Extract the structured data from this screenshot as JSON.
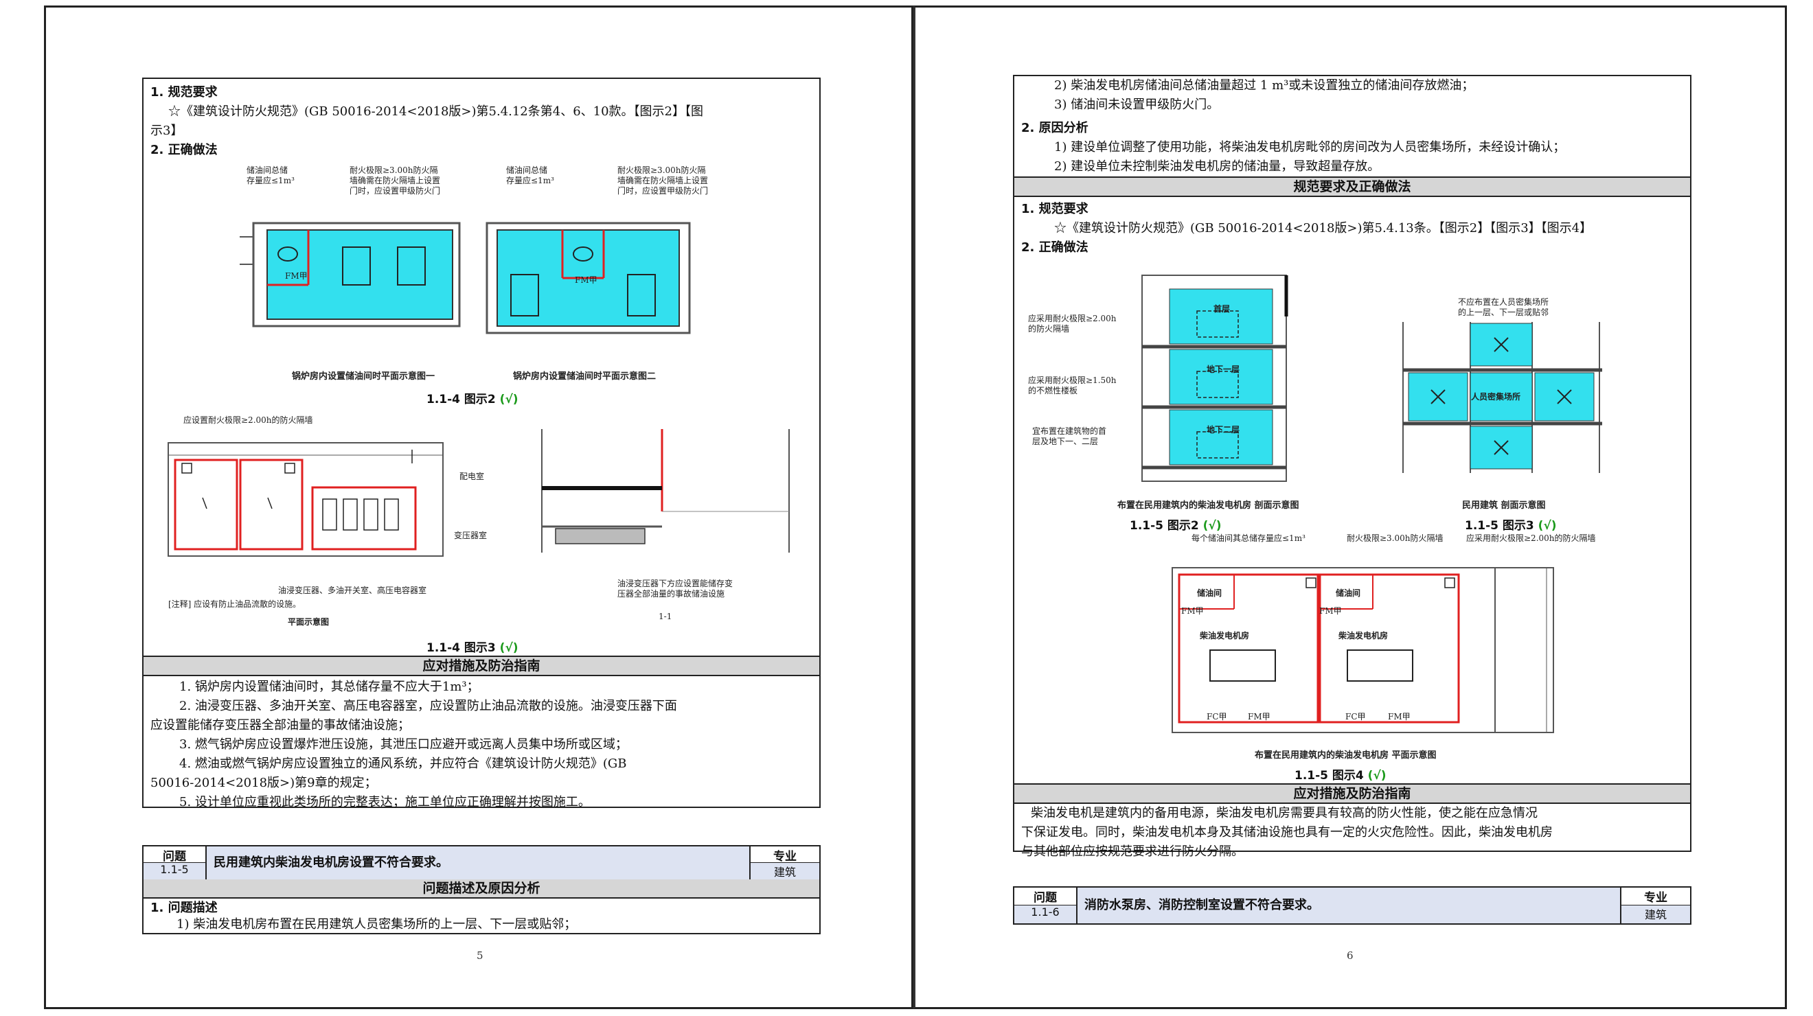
{
  "left": {
    "req_heading": "1. 规范要求",
    "req_text_1": "☆《建筑设计防火规范》(GB 50016-2014<2018版>)第5.4.12条第4、6、10款。【图示2】【图",
    "req_text_2": "示3】",
    "correct_heading": "2. 正确做法",
    "fig2_note_a1": "储油间总储",
    "fig2_note_a2": "存量应≤1m³",
    "fig2_note_b1": "耐火极限≥3.00h防火隔",
    "fig2_note_b2": "墙确需在防火隔墙上设置",
    "fig2_note_b3": "门时，应设置甲级防火门",
    "fig2_note_c1": "储油间总储",
    "fig2_note_c2": "存量应≤1m³",
    "fig2_note_d1": "耐火极限≥3.00h防火隔",
    "fig2_note_d2": "墙确需在防火隔墙上设置",
    "fig2_note_d3": "门时，应设置甲级防火门",
    "fig2_sub1": "锅炉房内设置储油间时平面示意图一",
    "fig2_sub2": "锅炉房内设置储油间时平面示意图二",
    "fm_label": "FM甲",
    "fig2_caption": "1.1-4 图示2",
    "fig3_note_top": "应设置耐火极限≥2.00h的防火隔墙",
    "fig3_room1": "配电室",
    "fig3_room2": "变压器室",
    "fig3_note_bottom": "油浸变压器、多油开关室、高压电容器室",
    "fig3_note_remark": "[注释] 应设有防止油品流散的设施。",
    "fig3_sub1": "平面示意图",
    "fig3_note_r1": "油浸变压器下方应设置能储存变",
    "fig3_note_r2": "压器全部油量的事故储油设施",
    "fig3_sub2": "1-1",
    "fig3_caption": "1.1-4 图示3",
    "check_mark": "(√)",
    "measures_title": "应对措施及防治指南",
    "measures": [
      "1. 锅炉房内设置储油间时，其总储存量不应大于1m³；",
      "2. 油浸变压器、多油开关室、高压电容器室，应设置防止油品流散的设施。油浸变压器下面",
      "应设置能储存变压器全部油量的事故储油设施；",
      "3. 燃气锅炉房应设置爆炸泄压设施，其泄压口应避开或远离人员集中场所或区域；",
      "4. 燃油或燃气锅炉房应设置独立的通风系统，并应符合《建筑设计防火规范》(GB",
      "50016-2014<2018版>)第9章的规定；",
      "5. 设计单位应重视此类场所的完整表达；施工单位应正确理解并按图施工。"
    ],
    "issue": {
      "label_problem": "问题",
      "code": "1.1-5",
      "title": "民用建筑内柴油发电机房设置不符合要求。",
      "label_major": "专业",
      "major": "建筑"
    },
    "desc_title": "问题描述及原因分析",
    "desc_heading": "1. 问题描述",
    "desc_item1": "1) 柴油发电机房布置在民用建筑人员密集场所的上一层、下一层或贴邻；",
    "page_number": "5"
  },
  "right": {
    "cont_item2": "2) 柴油发电机房储油间总储油量超过 1 m³或未设置独立的储油间存放燃油；",
    "cont_item3": "3) 储油间未设置甲级防火门。",
    "cause_heading": "2. 原因分析",
    "cause_item1": "1) 建设单位调整了使用功能，将柴油发电机房毗邻的房间改为人员密集场所，未经设计确认；",
    "cause_item2": "2) 建设单位未控制柴油发电机房的储油量，导致超量存放。",
    "req_bar": "规范要求及正确做法",
    "req_heading": "1. 规范要求",
    "req_text": "☆《建筑设计防火规范》(GB 50016-2014<2018版>)第5.4.13条。【图示2】【图示3】【图示4】",
    "correct_heading": "2. 正确做法",
    "fig2_floor1": "首层",
    "fig2_floor2": "地下一层",
    "fig2_floor3": "地下二层",
    "fig2_note_a1": "应采用耐火极限≥2.00h",
    "fig2_note_a2": "的防火隔墙",
    "fig2_note_b1": "应采用耐火极限≥1.50h",
    "fig2_note_b2": "的不燃性楼板",
    "fig2_note_c1": "宜布置在建筑物的首",
    "fig2_note_c2": "层及地下一、二层",
    "fig2_sub": "布置在民用建筑内的柴油发电机房 剖面示意图",
    "fig2_caption": "1.1-5 图示2",
    "fig3_note1": "不应布置在人员密集场所",
    "fig3_note2": "的上一层、下一层或贴邻",
    "fig3_center": "人员密集场所",
    "fig3_sub": "民用建筑 剖面示意图",
    "fig3_caption": "1.1-5 图示3",
    "fig4_note_a": "每个储油间其总储存量应≤1m³",
    "fig4_note_b": "耐火极限≥3.00h防火隔墙",
    "fig4_note_c": "应采用耐火极限≥2.00h的防火隔墙",
    "fig4_room_oil1": "储油间",
    "fig4_room_oil2": "储油间",
    "fig4_room_gen1": "柴油发电机房",
    "fig4_room_gen2": "柴油发电机房",
    "fm_label": "FM甲",
    "fc_label": "FC甲",
    "fig4_sub": "布置在民用建筑内的柴油发电机房 平面示意图",
    "fig4_caption": "1.1-5 图示4",
    "check_mark": "(√)",
    "measures_title": "应对措施及防治指南",
    "measures_p1": "柴油发电机是建筑内的备用电源，柴油发电机房需要具有较高的防火性能，使之能在应急情况",
    "measures_p2": "下保证发电。同时，柴油发电机本身及其储油设施也具有一定的火灾危险性。因此，柴油发电机房",
    "measures_p3": "与其他部位应按规范要求进行防火分隔。",
    "issue": {
      "label_problem": "问题",
      "code": "1.1-6",
      "title": "消防水泵房、消防控制室设置不符合要求。",
      "label_major": "专业",
      "major": "建筑"
    },
    "page_number": "6"
  },
  "colors": {
    "cyan_fill": "#33e0ee",
    "fire_wall": "#e02020",
    "bar_gray": "#d6d6d6",
    "check_green": "#1c9a1c",
    "issue_blue": "#dde3f2"
  }
}
